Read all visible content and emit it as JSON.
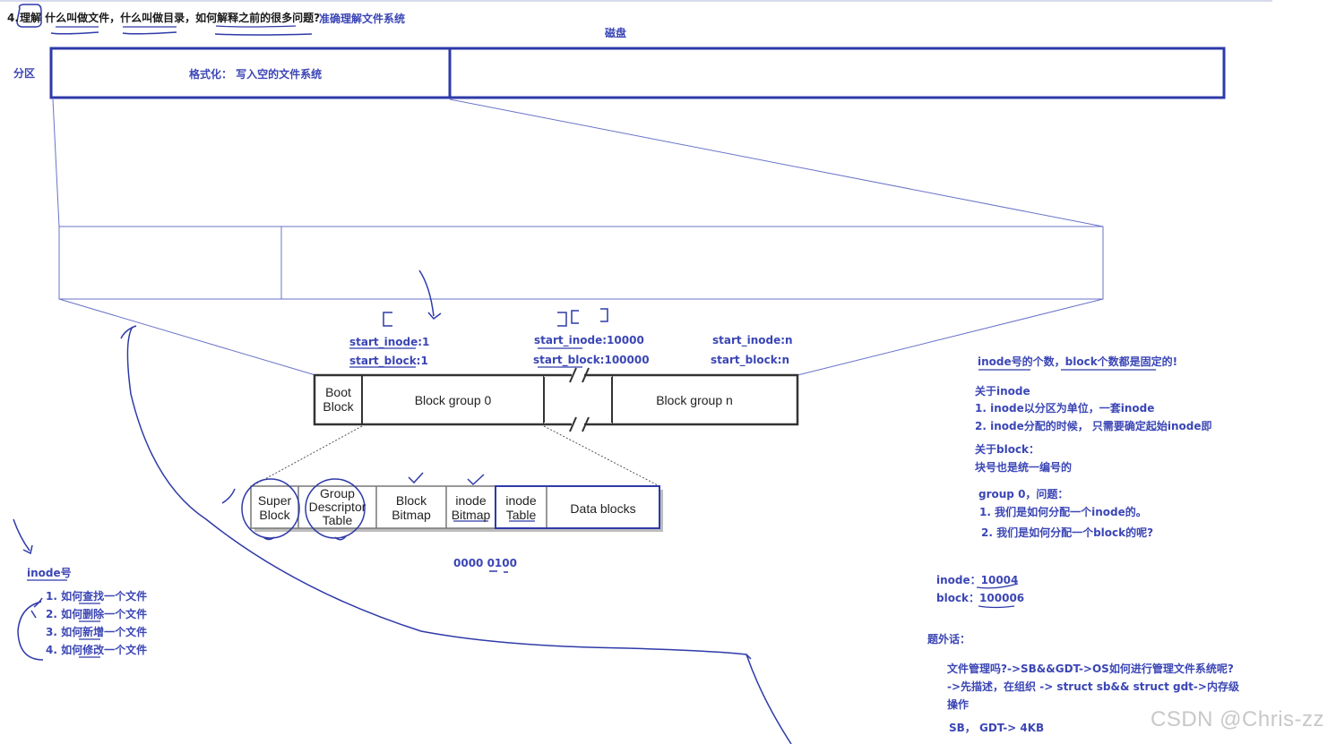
{
  "heading": {
    "num": "4.",
    "main": "理解 什么叫做文件，什么叫做目录，如何解释之前的很多问题?",
    "sub": "准确理解文件系统"
  },
  "disk_label": "磁盘",
  "partition_label": "分区",
  "format_label": "格式化： 写入空的文件系统",
  "group0": {
    "start_inode": "start_inode:1",
    "start_block": "start_block:1"
  },
  "group_mid": {
    "start_inode": "start_inode:10000",
    "start_block": "start_block:100000"
  },
  "group_n": {
    "start_inode": "start_inode:n",
    "start_block": "start_block:n"
  },
  "top_row": {
    "boot": "Boot\nBlock",
    "group0": "Block group 0",
    "groupn": "Block group n"
  },
  "group_detail": {
    "super": "Super\nBlock",
    "gdt": "Group\nDescriptor\nTable",
    "bbitmap": "Block\nBitmap",
    "ibitmap": "inode\nBitmap",
    "itable": "inode\nTable",
    "data": "Data blocks"
  },
  "bits": "0000 0100",
  "inode_section": {
    "title": "inode号",
    "items": [
      "1. 如何查找一个文件",
      "2. 如何删除一个文件",
      "3. 如何新增一个文件",
      "4. 如何修改一个文件"
    ]
  },
  "notes": {
    "fixed": "inode号的个数，block个数都是固定的!",
    "about_inode": "关于inode",
    "inode_1": "1. inode以分区为单位，一套inode",
    "inode_2": "2. inode分配的时候， 只需要确定起始inode即",
    "about_block": "关于block：",
    "block_1": "块号也是统一编号的",
    "group0_q": "group 0，问题：",
    "q1": "1. 我们是如何分配一个inode的。",
    "q2": "2. 我们是如何分配一个block的呢?",
    "inode_val": "inode：10004",
    "block_val": "block：100006",
    "aside": "题外话：",
    "aside_1": "文件管理吗?->SB&&GDT->OS如何进行管理文件系统呢?",
    "aside_2": "->先描述，在组织 -> struct sb&& struct gdt->内存级",
    "aside_3": "操作",
    "aside_4": "SB， GDT-> 4KB"
  },
  "watermark": "CSDN @Chris-zz"
}
